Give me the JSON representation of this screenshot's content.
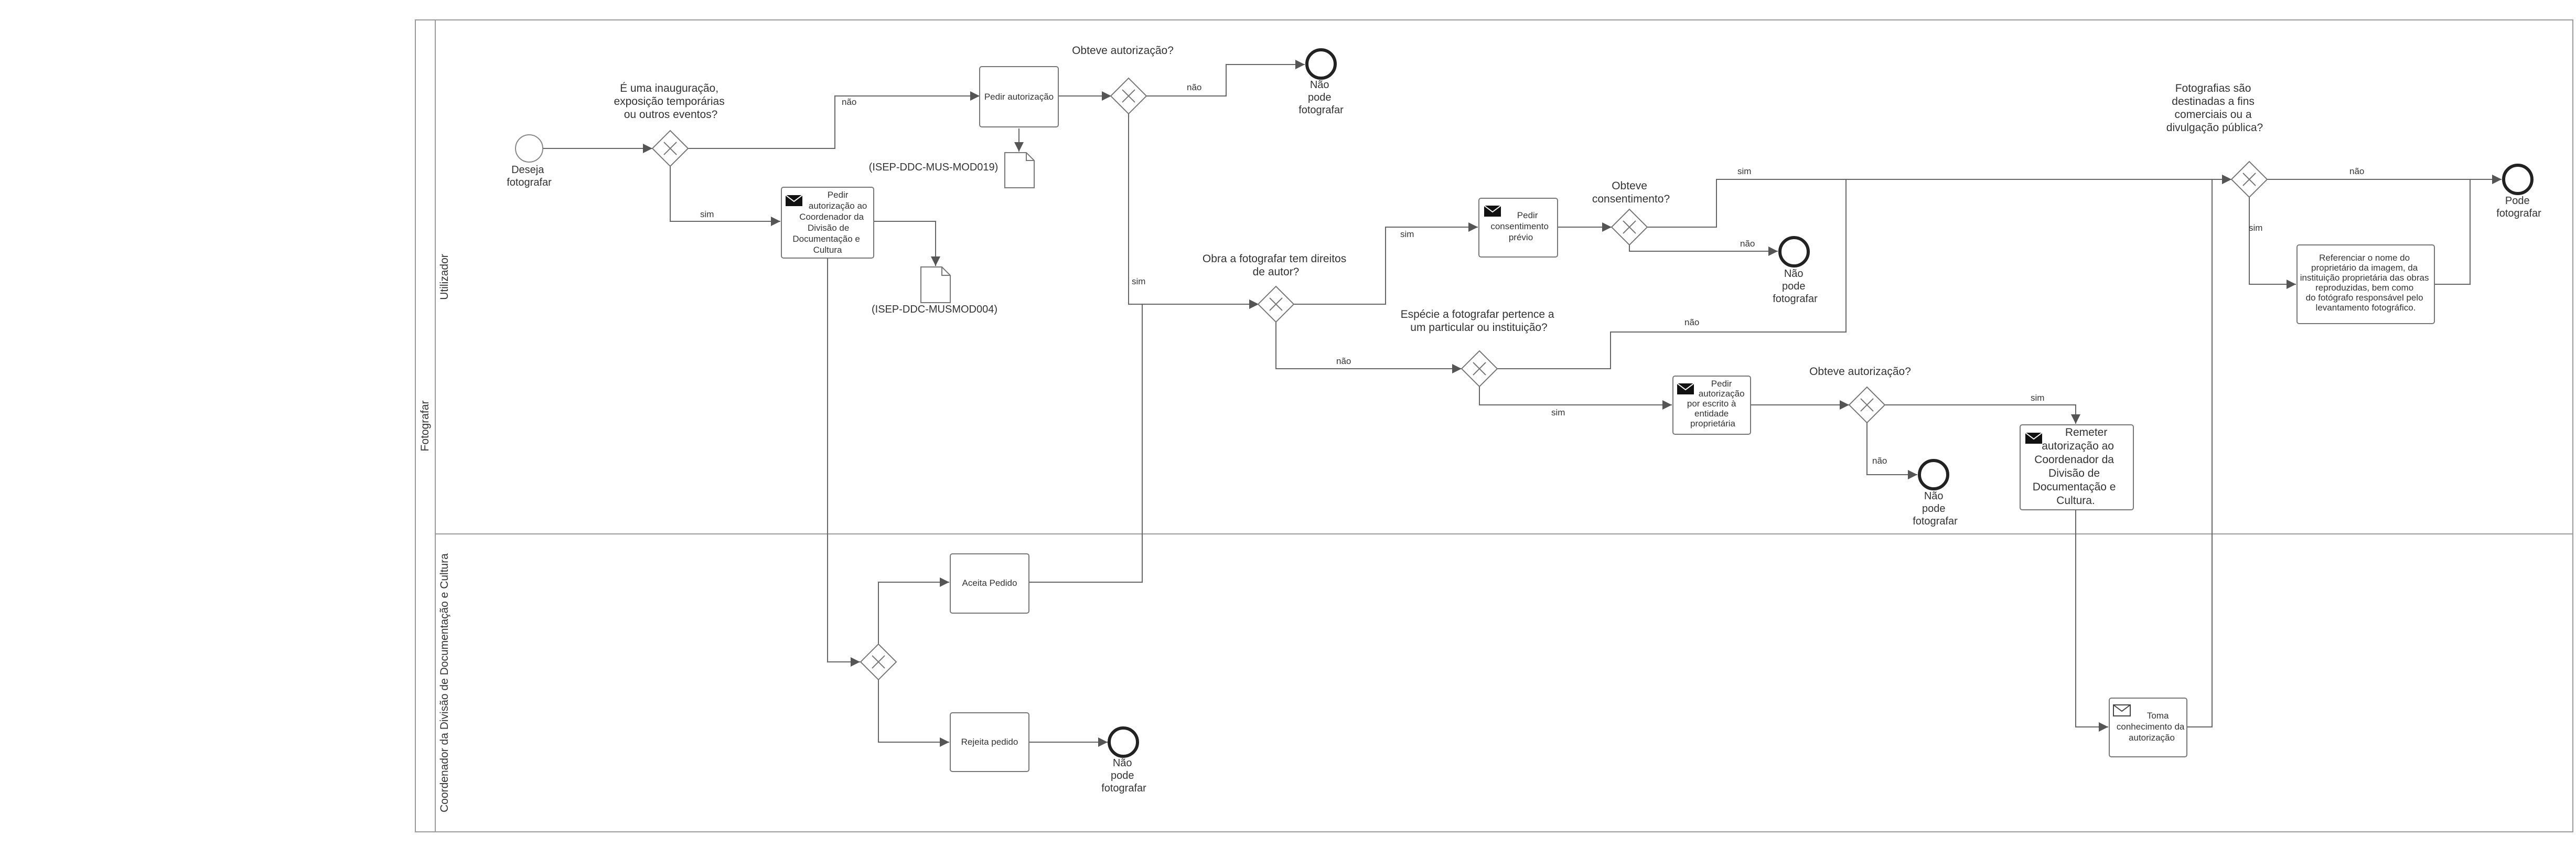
{
  "pool": {
    "name": "Fotografar"
  },
  "lanes": [
    {
      "id": "utilizador",
      "name": "Utilizador"
    },
    {
      "id": "coordenador",
      "name": "Coordenador da Divisão de Documentação e Cultura"
    }
  ],
  "events": {
    "start": {
      "label_lines": [
        "Deseja",
        "fotografar"
      ]
    },
    "end_no_auth": {
      "label_lines": [
        "Não",
        "pode",
        "fotografar"
      ]
    },
    "end_no_consent": {
      "label_lines": [
        "Não",
        "pode",
        "fotografar"
      ]
    },
    "end_no_written": {
      "label_lines": [
        "Não",
        "pode",
        "fotografar"
      ]
    },
    "end_rejected": {
      "label_lines": [
        "Não",
        "pode",
        "fotografar"
      ]
    },
    "end_can": {
      "label_lines": [
        "Pode",
        "fotografar"
      ]
    }
  },
  "gateways": {
    "g_inaug": {
      "label_lines": [
        "É uma inauguração,",
        "exposição temporárias",
        "ou outros eventos?"
      ]
    },
    "g_auth": {
      "label_lines": [
        "Obteve autorização?"
      ]
    },
    "g_rights": {
      "label_lines": [
        "Obra a fotografar tem direitos",
        "de autor?"
      ]
    },
    "g_consent": {
      "label_lines": [
        "Obteve",
        "consentimento?"
      ]
    },
    "g_owner": {
      "label_lines": [
        "Espécie a fotografar pertence a",
        "um particular ou instituição?"
      ]
    },
    "g_auth2": {
      "label_lines": [
        "Obteve autorização?"
      ]
    },
    "g_comm": {
      "label_lines": [
        "Fotografias são",
        "destinadas a fins",
        "comerciais ou a",
        "divulgação pública?"
      ]
    },
    "g_coord": {
      "label_lines": []
    }
  },
  "tasks": {
    "t_pedir_aut": {
      "lines": [
        "Pedir autorização"
      ]
    },
    "t_pedir_coord": {
      "lines": [
        "Pedir",
        "autorização ao",
        "Coordenador da",
        "Divisão de",
        "Documentação e",
        "Cultura"
      ]
    },
    "t_consent": {
      "lines": [
        "Pedir",
        "consentimento",
        "prévio"
      ]
    },
    "t_escrito": {
      "lines": [
        "Pedir",
        "autorização",
        "por escrito à",
        "entidade",
        "proprietária"
      ]
    },
    "t_remeter": {
      "lines": [
        "Remeter",
        "autorização ao",
        "Coordenador da",
        "Divisão de",
        "Documentação e",
        "Cultura."
      ]
    },
    "t_referenciar": {
      "lines": [
        "Referenciar o nome do",
        "proprietário da imagem, da",
        "instituição proprietária das obras",
        "reproduzidas, bem como",
        "do fotógrafo responsável pelo",
        "levantamento fotográfico."
      ]
    },
    "t_aceita": {
      "lines": [
        "Aceita Pedido"
      ]
    },
    "t_rejeita": {
      "lines": [
        "Rejeita pedido"
      ]
    },
    "t_toma": {
      "lines": [
        "Toma",
        "conhecimento da",
        "autorização"
      ]
    }
  },
  "documents": {
    "doc1": {
      "label": "(ISEP-DDC-MUS-MOD019)"
    },
    "doc2": {
      "label": "(ISEP-DDC-MUSMOD004)"
    }
  },
  "flow_labels": {
    "nao_1": "não",
    "sim_1": "sim",
    "nao_2": "não",
    "sim_2": "sim",
    "sim_3": "sim",
    "nao_3": "não",
    "sim_4": "sim",
    "nao_4": "não",
    "nao_5": "não",
    "sim_5": "sim",
    "sim_6": "sim",
    "nao_6": "não",
    "nao_7": "não",
    "sim_7": "sim"
  },
  "colors": {
    "stroke": "#777777",
    "text": "#333333",
    "background": "#ffffff"
  }
}
